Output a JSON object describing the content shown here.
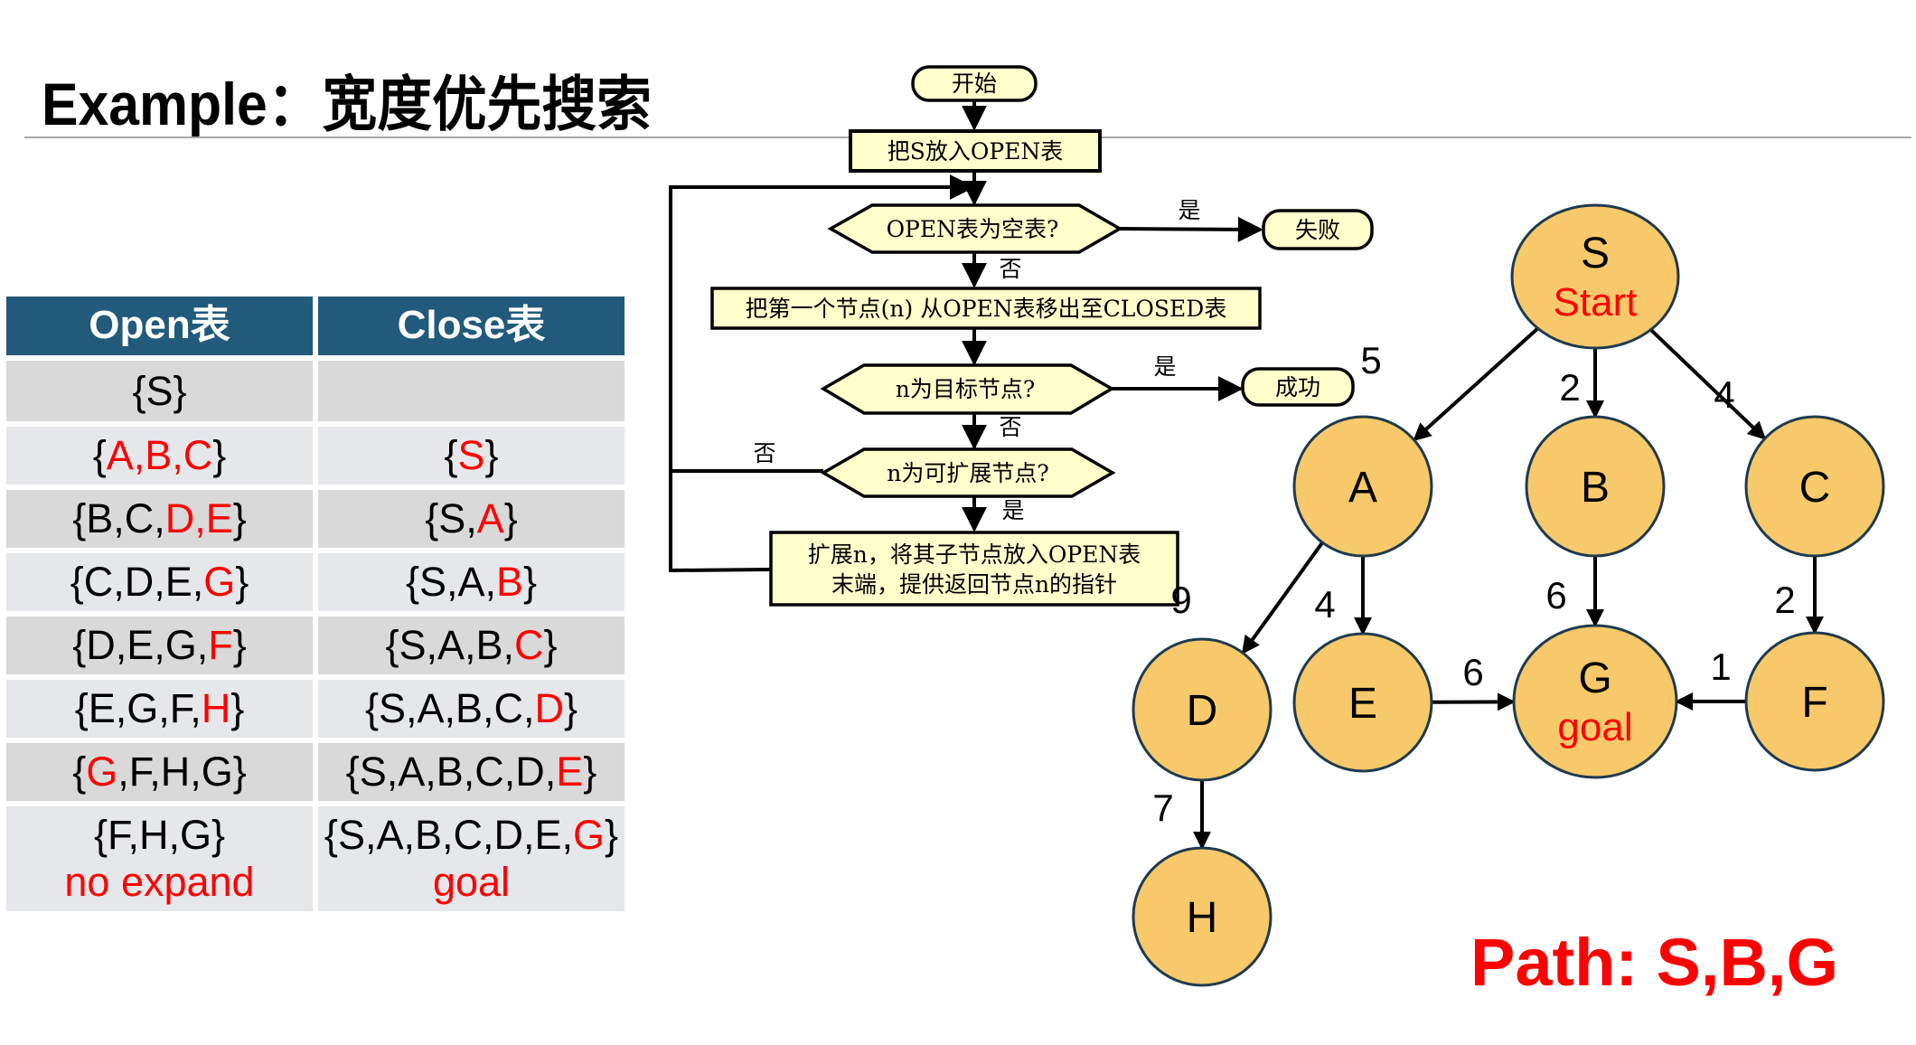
{
  "slide": {
    "title": "Example：宽度优先搜索",
    "path_label": "Path: S,B,G"
  },
  "colors": {
    "header_bg": "#215a7a",
    "row_dark": "#d9d9d9",
    "row_light": "#e6e7ea",
    "highlight": "#ff0000",
    "node_fill": "#f8c96a",
    "node_stroke": "#1f3a4d",
    "flow_fill": "#ffffcc"
  },
  "table": {
    "headers": [
      "Open表",
      "Close表"
    ],
    "rows": [
      {
        "open": [
          {
            "t": "{S}",
            "r": false
          }
        ],
        "close": [],
        "open_note": "",
        "close_note": ""
      },
      {
        "open": [
          {
            "t": "{",
            "r": false
          },
          {
            "t": "A,B,C",
            "r": true
          },
          {
            "t": "}",
            "r": false
          }
        ],
        "close": [
          {
            "t": "{",
            "r": false
          },
          {
            "t": "S",
            "r": true
          },
          {
            "t": "}",
            "r": false
          }
        ],
        "open_note": "",
        "close_note": ""
      },
      {
        "open": [
          {
            "t": "{B,C,",
            "r": false
          },
          {
            "t": "D,E",
            "r": true
          },
          {
            "t": "}",
            "r": false
          }
        ],
        "close": [
          {
            "t": "{S,",
            "r": false
          },
          {
            "t": "A",
            "r": true
          },
          {
            "t": "}",
            "r": false
          }
        ],
        "open_note": "",
        "close_note": ""
      },
      {
        "open": [
          {
            "t": "{C,D,E,",
            "r": false
          },
          {
            "t": "G",
            "r": true
          },
          {
            "t": "}",
            "r": false
          }
        ],
        "close": [
          {
            "t": "{S,A,",
            "r": false
          },
          {
            "t": "B",
            "r": true
          },
          {
            "t": "}",
            "r": false
          }
        ],
        "open_note": "",
        "close_note": ""
      },
      {
        "open": [
          {
            "t": "{D,E,G,",
            "r": false
          },
          {
            "t": "F",
            "r": true
          },
          {
            "t": "}",
            "r": false
          }
        ],
        "close": [
          {
            "t": "{S,A,B,",
            "r": false
          },
          {
            "t": "C",
            "r": true
          },
          {
            "t": "}",
            "r": false
          }
        ],
        "open_note": "",
        "close_note": ""
      },
      {
        "open": [
          {
            "t": "{E,G,F,",
            "r": false
          },
          {
            "t": "H",
            "r": true
          },
          {
            "t": "}",
            "r": false
          }
        ],
        "close": [
          {
            "t": "{S,A,B,C,",
            "r": false
          },
          {
            "t": "D",
            "r": true
          },
          {
            "t": "}",
            "r": false
          }
        ],
        "open_note": "",
        "close_note": ""
      },
      {
        "open": [
          {
            "t": "{",
            "r": false
          },
          {
            "t": "G",
            "r": true
          },
          {
            "t": ",F,H,G}",
            "r": false
          }
        ],
        "close": [
          {
            "t": "{S,A,B,C,D,",
            "r": false
          },
          {
            "t": "E",
            "r": true
          },
          {
            "t": "}",
            "r": false
          }
        ],
        "open_note": "",
        "close_note": ""
      },
      {
        "open": [
          {
            "t": "{F,H,G}",
            "r": false
          }
        ],
        "close": [
          {
            "t": "{S,A,B,C,D,E,",
            "r": false
          },
          {
            "t": "G",
            "r": true
          },
          {
            "t": "}",
            "r": false
          }
        ],
        "open_note": "no expand",
        "close_note": "goal"
      }
    ]
  },
  "flowchart": {
    "start": "开始",
    "put_s": "把S放入OPEN表",
    "is_empty": "OPEN表为空表?",
    "fail": "失败",
    "move_first": "把第一个节点(n) 从OPEN表移出至CLOSED表",
    "is_goal": "n为目标节点?",
    "success": "成功",
    "is_expandable": "n为可扩展节点?",
    "expand_line1": "扩展n，将其子节点放入OPEN表",
    "expand_line2": "末端，提供返回节点n的指针",
    "yes": "是",
    "no": "否"
  },
  "graph": {
    "nodes": [
      {
        "id": "S",
        "label": "S",
        "sub": "Start"
      },
      {
        "id": "A",
        "label": "A",
        "sub": ""
      },
      {
        "id": "B",
        "label": "B",
        "sub": ""
      },
      {
        "id": "C",
        "label": "C",
        "sub": ""
      },
      {
        "id": "D",
        "label": "D",
        "sub": ""
      },
      {
        "id": "E",
        "label": "E",
        "sub": ""
      },
      {
        "id": "G",
        "label": "G",
        "sub": "goal"
      },
      {
        "id": "F",
        "label": "F",
        "sub": ""
      },
      {
        "id": "H",
        "label": "H",
        "sub": ""
      }
    ],
    "edges": [
      {
        "from": "S",
        "to": "A",
        "weight": "5"
      },
      {
        "from": "S",
        "to": "B",
        "weight": "2"
      },
      {
        "from": "S",
        "to": "C",
        "weight": "4"
      },
      {
        "from": "A",
        "to": "D",
        "weight": "9"
      },
      {
        "from": "A",
        "to": "E",
        "weight": "4"
      },
      {
        "from": "B",
        "to": "G",
        "weight": "6"
      },
      {
        "from": "C",
        "to": "F",
        "weight": "2"
      },
      {
        "from": "E",
        "to": "G",
        "weight": "6"
      },
      {
        "from": "F",
        "to": "G",
        "weight": "1"
      },
      {
        "from": "D",
        "to": "H",
        "weight": "7"
      }
    ]
  }
}
